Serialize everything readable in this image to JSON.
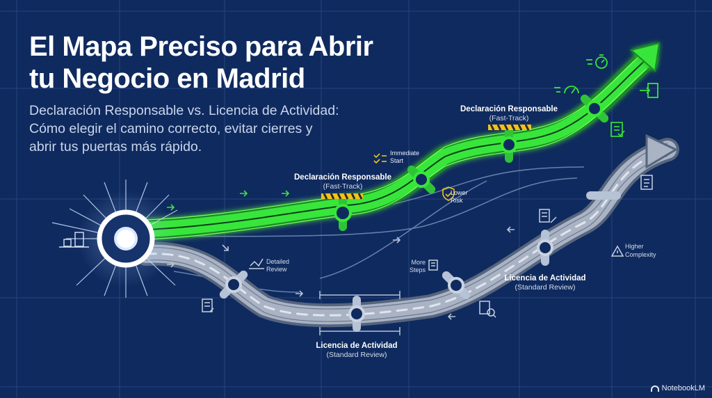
{
  "title_line1": "El Mapa Preciso para Abrir",
  "title_line2": "tu Negocio en Madrid",
  "subtitle_lines": [
    "Declaración Responsable vs. Licencia de Actividad:",
    "Cómo elegir el camino correcto, evitar cierres y",
    "abrir tus puertas más rápido."
  ],
  "labels": {
    "declaracion_1_title": "Declaración Responsable",
    "declaracion_1_sub": "(Fast-Track)",
    "declaracion_2_title": "Declaración Responsable",
    "declaracion_2_sub": "(Fast-Track)",
    "licencia_1_title": "Licencia de Actividad",
    "licencia_1_sub": "(Standard Review)",
    "licencia_2_title": "Licencia de Actividad",
    "licencia_2_sub": "(Standard Review)",
    "immediate_1": "Immediate",
    "immediate_2": "Start",
    "lower_1": "Lower",
    "lower_2": "Risk",
    "detailed_1": "Detailed",
    "detailed_2": "Review",
    "more_1": "More",
    "more_2": "Steps",
    "higher_1": "Higher",
    "higher_2": "Complexity"
  },
  "brand": "NotebookLM",
  "colors": {
    "background": "#0f2a5e",
    "fast_track": "#39e63a",
    "standard": "#9aa5b8",
    "warning": "#f2c21a"
  }
}
